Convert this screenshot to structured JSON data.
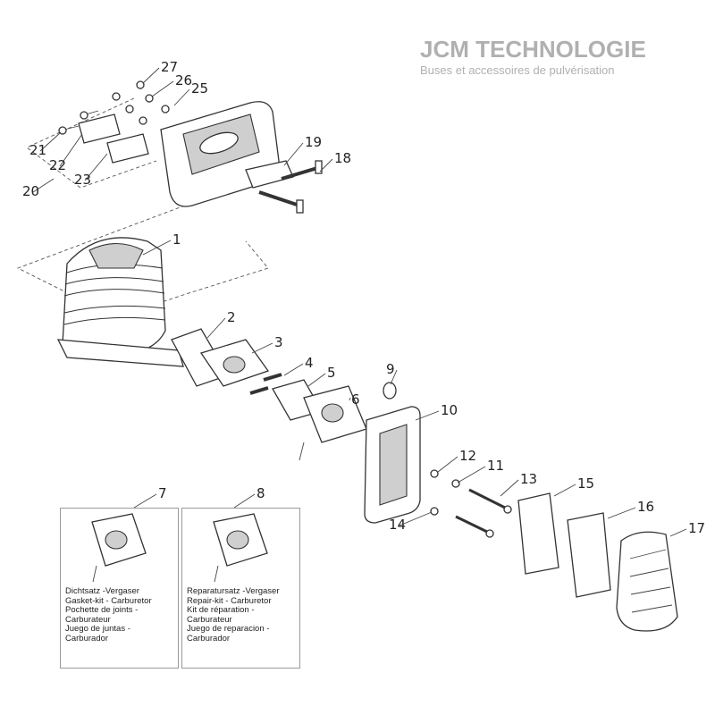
{
  "callouts": [
    "27",
    "26",
    "25",
    "21",
    "22",
    "23",
    "20",
    "19",
    "18",
    "1",
    "2",
    "3",
    "4",
    "5",
    "9",
    "6",
    "10",
    "12",
    "11",
    "13",
    "14",
    "15",
    "16",
    "17",
    "7",
    "8"
  ],
  "kit_boxes": [
    {
      "number": "7",
      "lines": [
        "Dichtsatz -Vergaser",
        "Gasket-kit - Carburetor",
        "Pochette de joints - Carburateur",
        "Juego de juntas - Carburador"
      ]
    },
    {
      "number": "8",
      "lines": [
        "Reparatursatz -Vergaser",
        "Repair-kit - Carburetor",
        "Kit de réparation - Carburateur",
        "Juego de reparacion - Carburador"
      ]
    }
  ],
  "watermark": {
    "title": "JCM TECHNOLOGIE",
    "subtitle": "Buses et accessoires de pulvérisation"
  }
}
